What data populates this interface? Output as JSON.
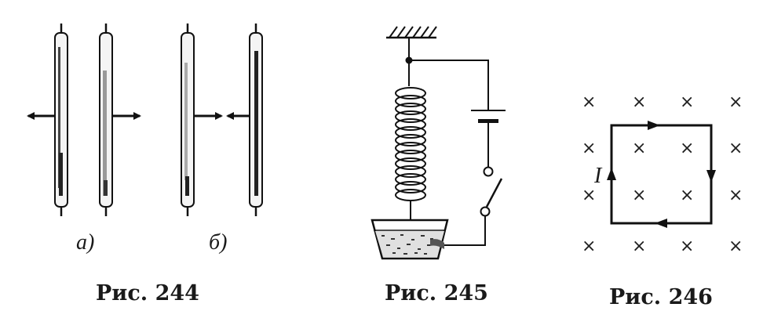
{
  "fig244": {
    "caption": "Рис. 244",
    "label_a": "а)",
    "label_b": "б)"
  },
  "fig245": {
    "caption": "Рис. 245"
  },
  "fig246": {
    "caption": "Рис. 246",
    "current_label": "I",
    "field_symbol": "×"
  }
}
